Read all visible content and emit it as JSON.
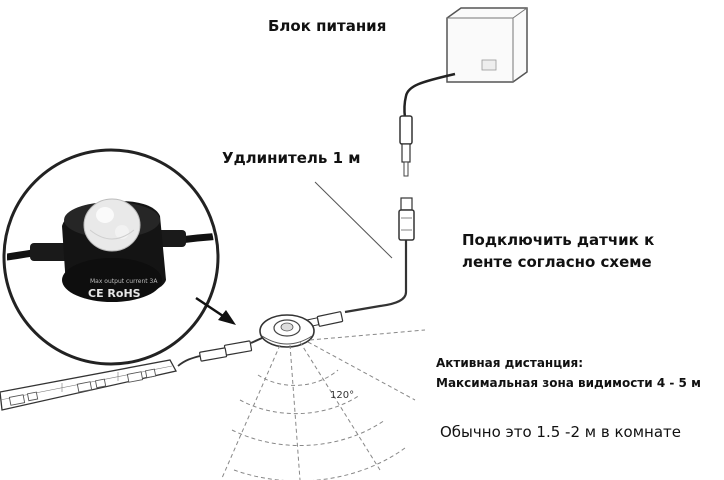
{
  "labels": {
    "power_supply": "Блок питания",
    "extension": "Удлинитель 1 м",
    "connect_line1": "Подключить датчик к",
    "connect_line2": "ленте согласно схеме",
    "active_distance_title": "Активная дистанция:",
    "max_zone": "Максимальная зона видимости 4 - 5 м",
    "usual": "Обычно это 1.5 -2 м в комнате",
    "angle": "120°"
  },
  "sensor_markings": {
    "certification": "CE RoHS",
    "rating": "Max output current 3A"
  }
}
